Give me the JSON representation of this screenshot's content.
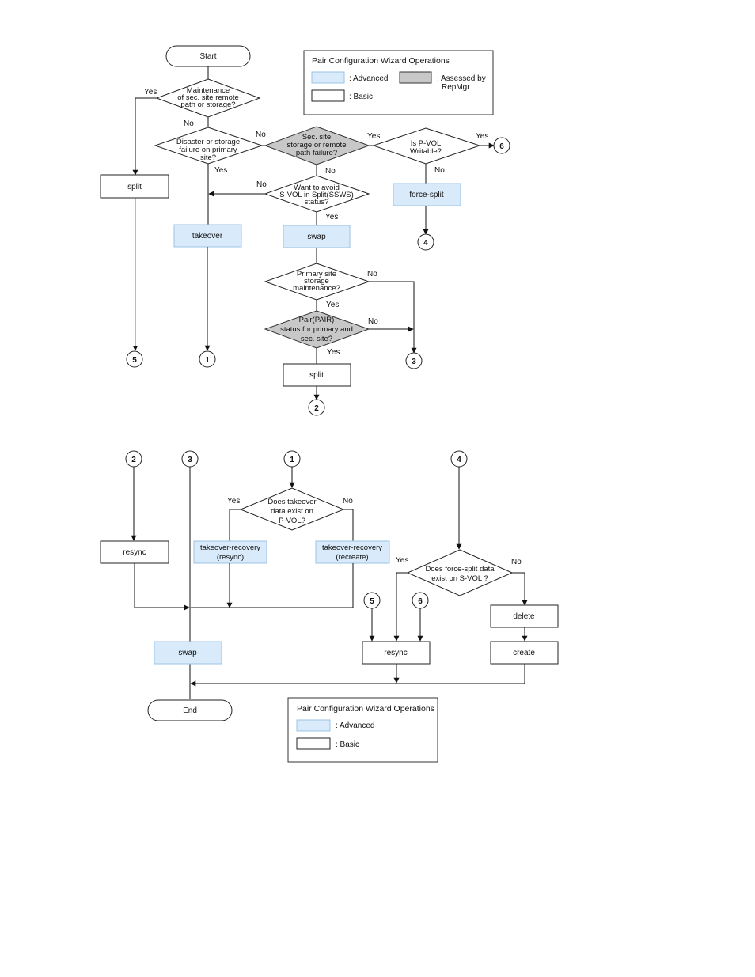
{
  "terminals": {
    "start": "Start",
    "end": "End"
  },
  "decisions": {
    "maintenance_sec": [
      "Maintenance",
      "of sec. site remote",
      "path or storage?"
    ],
    "disaster": [
      "Disaster or storage",
      "failure on primary",
      "site?"
    ],
    "sec_site_failure": [
      "Sec. site",
      "storage or remote",
      "path failure?"
    ],
    "pvol_writable": [
      "Is P-VOL",
      "Writable?"
    ],
    "avoid_ssws": [
      "Want to avoid",
      "S-VOL in Split(SSWS)",
      "status?"
    ],
    "primary_maint": [
      "Primary site",
      "storage",
      "maintenance?"
    ],
    "pair_status": [
      "Pair(PAIR)",
      "status for primary and",
      "sec. site?"
    ],
    "takeover_data": [
      "Does takeover",
      "data exist on",
      "P-VOL?"
    ],
    "forcesplit_data": [
      "Does force-split data",
      "exist on S-VOL ?"
    ]
  },
  "operations": {
    "split_left": "split",
    "takeover": "takeover",
    "swap_top": "swap",
    "force_split": "force-split",
    "split_mid": "split",
    "resync_left": "resync",
    "takeover_recovery_resync": [
      "takeover-recovery",
      "(resync)"
    ],
    "takeover_recovery_recreate": [
      "takeover-recovery",
      "(recreate)"
    ],
    "swap_bottom": "swap",
    "resync_mid": "resync",
    "delete": "delete",
    "create": "create"
  },
  "branch_labels": {
    "yes": "Yes",
    "no": "No"
  },
  "connectors": {
    "c1": "1",
    "c2": "2",
    "c3": "3",
    "c4": "4",
    "c5": "5",
    "c6": "6"
  },
  "legend_top": {
    "title": "Pair Configuration Wizard Operations",
    "advanced": ": Advanced",
    "assessed": [
      ": Assessed by",
      "RepMgr"
    ],
    "basic": ": Basic"
  },
  "legend_bottom": {
    "title": "Pair Configuration Wizard Operations",
    "advanced": ": Advanced",
    "basic": ": Basic"
  },
  "colors": {
    "advanced_fill": "#d9ebfb",
    "repmgr_fill": "#c8c8c8",
    "basic_fill": "#ffffff"
  }
}
